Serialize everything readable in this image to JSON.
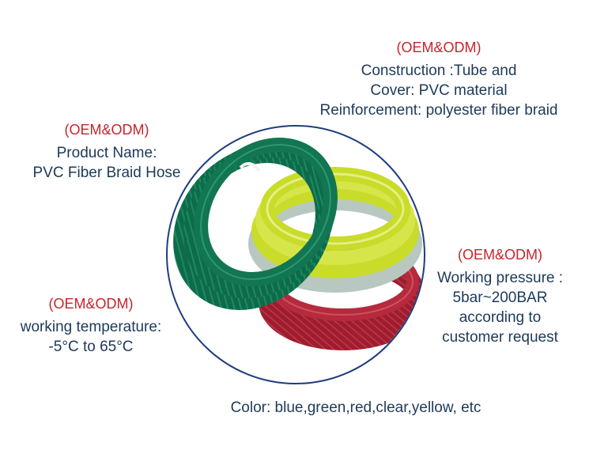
{
  "blocks": {
    "construction": {
      "tag": "(OEM&ODM)",
      "lines": [
        "Construction :Tube and",
        "Cover: PVC material",
        "Reinforcement: polyester fiber braid"
      ]
    },
    "product": {
      "tag": "(OEM&ODM)",
      "lines": [
        "Product Name:",
        "PVC Fiber Braid Hose"
      ]
    },
    "pressure": {
      "tag": "(OEM&ODM)",
      "lines": [
        "Working pressure :",
        "5bar~200BAR",
        "according to",
        "customer request"
      ]
    },
    "temperature": {
      "tag": "(OEM&ODM)",
      "lines": [
        "working temperature:",
        "-5°C to 65°C"
      ]
    },
    "color": {
      "line": "Color: blue,green,red,clear,yellow, etc"
    }
  },
  "colors": {
    "text": "#1c3a5a",
    "accent": "#c8242b",
    "circle_border": "#1e3c82",
    "hose_green": "#0e6b4a",
    "hose_yellow": "#c9dc2a",
    "hose_red": "#9c1d2e"
  }
}
